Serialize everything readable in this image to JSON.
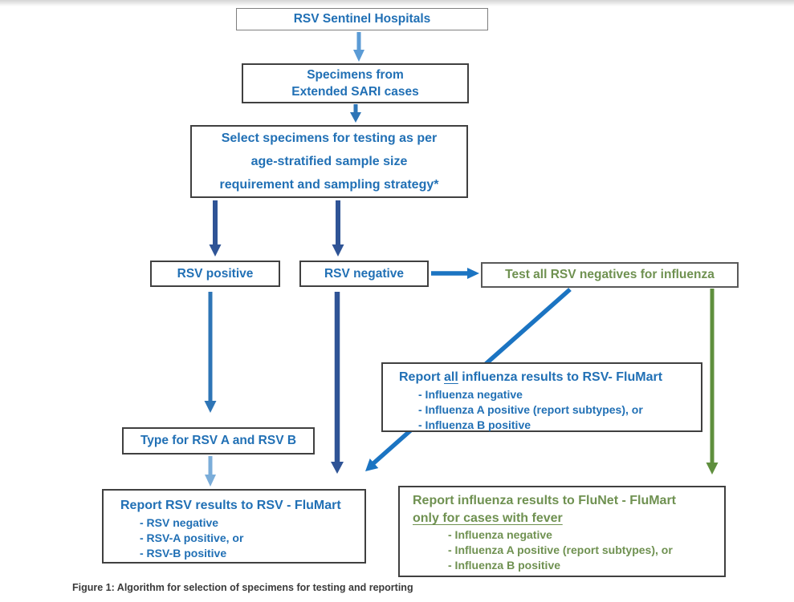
{
  "colors": {
    "light_blue": "#5b9bd5",
    "lighter_blue": "#7badd9",
    "medium_blue": "#2e75b6",
    "bright_blue": "#1b74c2",
    "dark_blue": "#2f5496",
    "green": "#5f8f3e",
    "blue_text": "#2170b5",
    "green_text": "#6f9151",
    "caption_text": "#3a3a3a"
  },
  "nodes": {
    "sentinel": {
      "label": "RSV Sentinel Hospitals"
    },
    "specimens": {
      "line1": "Specimens from",
      "line2": "Extended SARI cases"
    },
    "select": {
      "line1": "Select specimens for testing as per",
      "line2": "age-stratified sample size",
      "line3": "requirement and sampling strategy*"
    },
    "rsv_positive": {
      "label": "RSV positive"
    },
    "rsv_negative": {
      "label": "RSV negative"
    },
    "test_all": {
      "label": "Test all RSV negatives for influenza"
    },
    "report_all": {
      "title_pre": "Report ",
      "title_underline": "all",
      "title_post": " influenza results to RSV- FluMart",
      "items": [
        "- Influenza negative",
        "- Influenza A positive (report subtypes), or",
        "- Influenza B positive"
      ]
    },
    "type_rsv": {
      "label": "Type for RSV A and RSV B"
    },
    "report_rsv": {
      "title": "Report RSV results to RSV - FluMart",
      "items": [
        "- RSV negative",
        "- RSV-A positive, or",
        "- RSV-B positive"
      ]
    },
    "report_flu": {
      "title_line1": "Report influenza results to FluNet - FluMart",
      "title_line2": "only for cases with fever",
      "items": [
        "- Influenza negative",
        "- Influenza A positive (report subtypes), or",
        "- Influenza B positive"
      ]
    }
  },
  "caption": "Figure 1: Algorithm for selection of specimens for testing and reporting"
}
